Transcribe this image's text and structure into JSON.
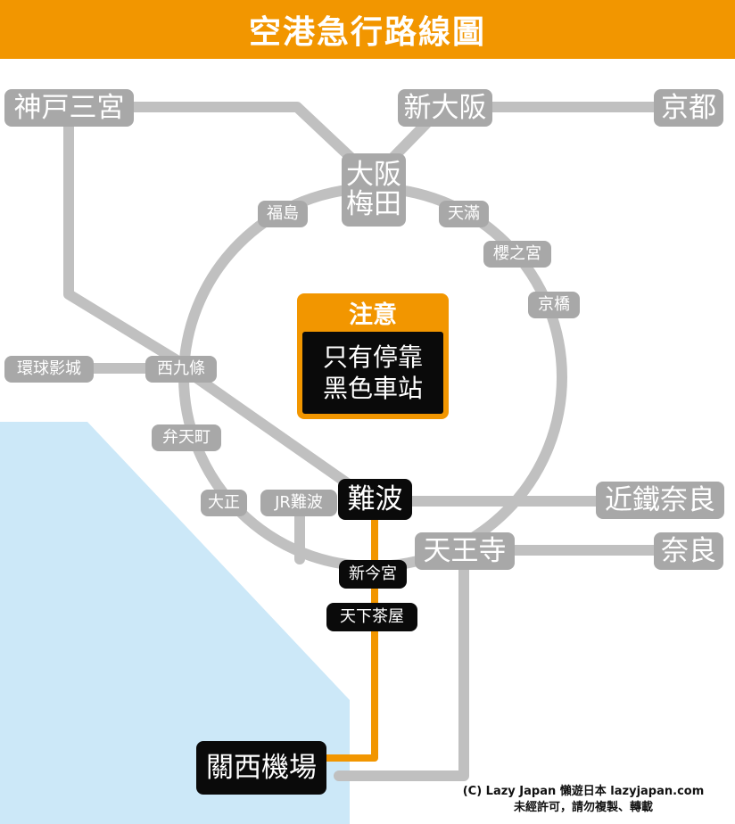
{
  "title": "空港急行路線圖",
  "notice": {
    "heading": "注意",
    "lines": [
      "只有停靠",
      "黑色車站"
    ]
  },
  "stations": {
    "kobe_sannomiya": "神戸三宮",
    "shin_osaka": "新大阪",
    "kyoto": "京都",
    "osaka_umeda": [
      "大阪",
      "梅田"
    ],
    "fukushima": "福島",
    "tenma": "天滿",
    "sakuranomiya": "櫻之宮",
    "kyobashi": "京橋",
    "universal_city": "環球影城",
    "nishikujo": "西九條",
    "bentencho": "弁天町",
    "taisho": "大正",
    "jr_namba": "JR難波",
    "namba": "難波",
    "kintetsu_nara": "近鐵奈良",
    "tennoji": "天王寺",
    "nara": "奈良",
    "shin_imamiya": "新今宮",
    "tengachaya": "天下茶屋",
    "kansai_airport": "關西機場"
  },
  "credit": {
    "line1": "(C) Lazy Japan 懶遊日本 lazyjapan.com",
    "line2": "未經許可，請勿複製、轉載"
  },
  "colors": {
    "header": "#f29600",
    "line": "#c0c0c0",
    "express": "#f29600",
    "sea": "#cce8f8",
    "station_gray": "#a8a8a8",
    "station_stop": "#0a0a0a"
  }
}
